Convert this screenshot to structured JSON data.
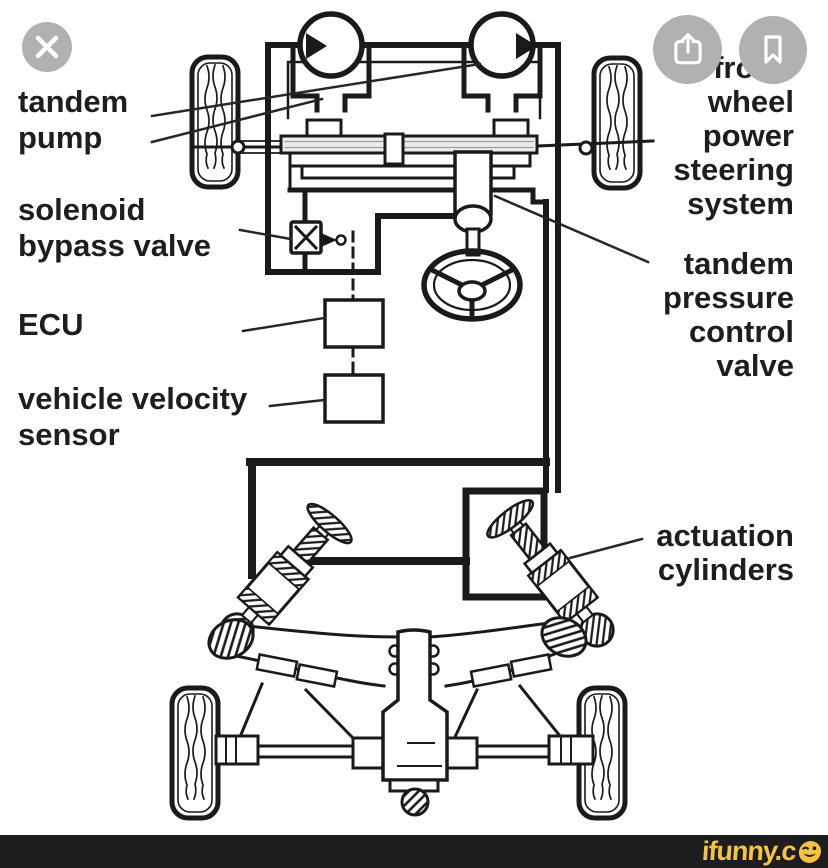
{
  "diagram": {
    "labels": {
      "tandem_pump": "tandem\npump",
      "solenoid_bypass_valve": "solenoid\nbypass valve",
      "ecu": "ECU",
      "vehicle_velocity_sensor": "vehicle velocity\nsensor",
      "front_wheel_power_steering": "front-\nwheel\npower\nsteering\nsystem",
      "tandem_pressure_control_valve": "tandem\npressure\ncontrol\nvalve",
      "actuation_cylinders": "actuation\ncylinders"
    },
    "ink_color": "#1a1a1a",
    "background": "#ffffff"
  },
  "header_buttons": {
    "close": {
      "icon": "close-x"
    },
    "share": {
      "icon": "share-arrow"
    },
    "save": {
      "icon": "bookmark"
    }
  },
  "footer": {
    "logo_text": "ifunny.c",
    "smiley_icon": "wink-smiley",
    "background": "#1d1d1f",
    "accent_color": "#f4c33f"
  },
  "ui_colors": {
    "button_gray": "#b1b1b3",
    "icon_white": "#ffffff"
  }
}
